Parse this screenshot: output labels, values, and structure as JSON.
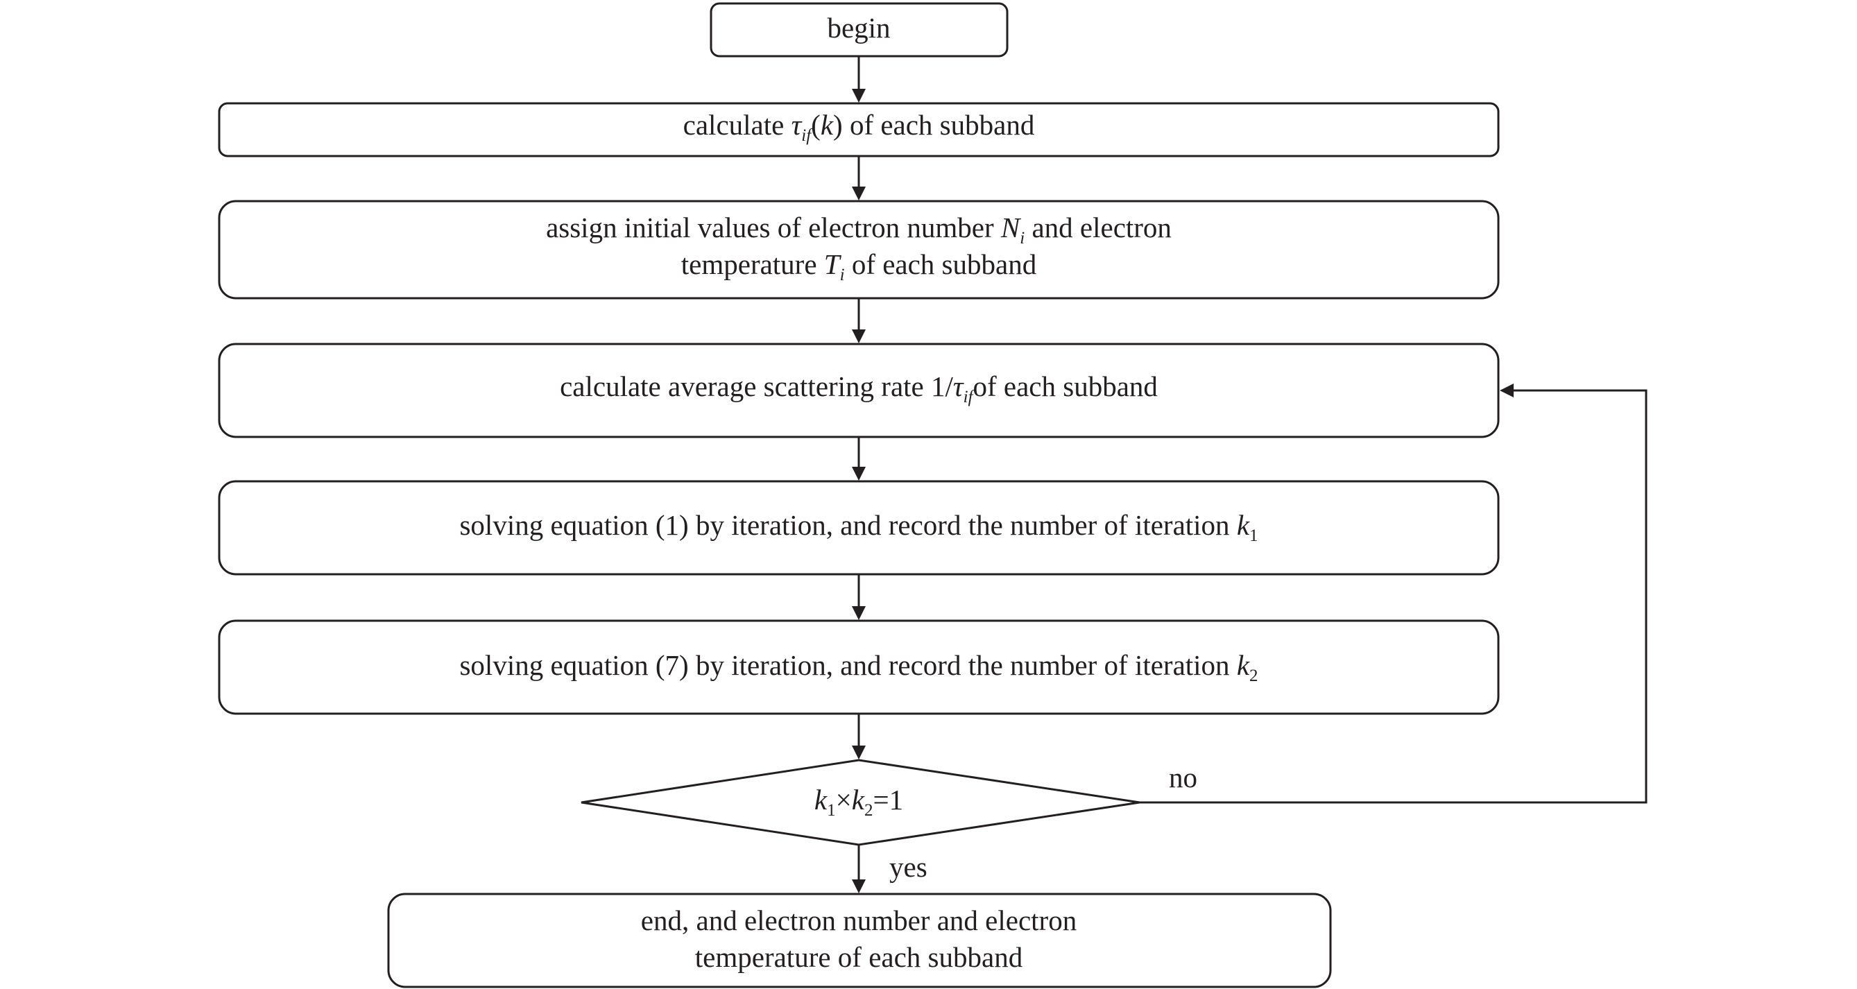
{
  "nodes": {
    "begin": {
      "text": "begin"
    },
    "calc_tau": {
      "pre": "calculate ",
      "sym": "τ",
      "sub": "if",
      "arg_open": "(",
      "arg": "k",
      "arg_close": ")",
      "post": " of each subband"
    },
    "assign": {
      "line1_pre": "assign initial values of electron number ",
      "line1_sym": "N",
      "line1_sub": "i",
      "line1_post": " and electron",
      "line2_pre": "temperature ",
      "line2_sym": "T",
      "line2_sub": "i",
      "line2_post": " of each subband"
    },
    "calc_rate": {
      "pre": "calculate average scattering rate 1/",
      "sym": "τ",
      "sub": "if",
      "post": "of each subband"
    },
    "solve1": {
      "pre": "solving equation (1) by iteration, and record the number of iteration ",
      "sym": "k",
      "sub": "1"
    },
    "solve7": {
      "pre": "solving equation (7) by iteration, and record the number of iteration ",
      "sym": "k",
      "sub": "2"
    },
    "decision": {
      "sym1": "k",
      "sub1": "1",
      "times": "×",
      "sym2": "k",
      "sub2": "2",
      "eq": "=1"
    },
    "end": {
      "line1": "end, and electron number and electron",
      "line2": "temperature of each subband"
    }
  },
  "edges": {
    "no_label": "no",
    "yes_label": "yes"
  }
}
